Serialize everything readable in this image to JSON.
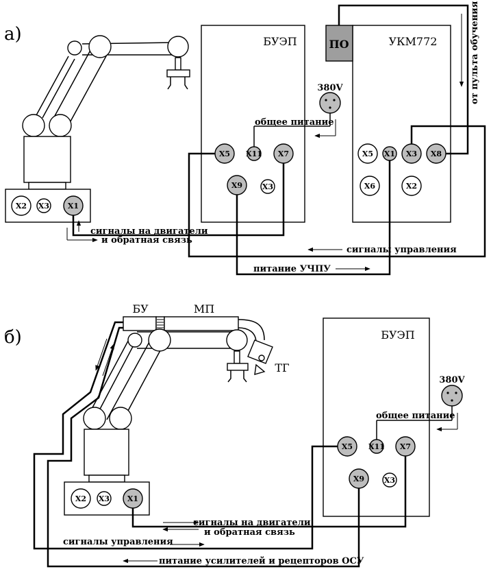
{
  "panel_a": {
    "label": "а)",
    "buep_title": "БУЭП",
    "po_label": "ПО",
    "ukm_title": "УКМ772",
    "outlet_label": "380V",
    "common_power": "общее питание",
    "from_panel": "от пульта обучения",
    "motor_signals": "сигналы на двигатели",
    "feedback": "и обратная связь",
    "control_signals": "сигналы управления",
    "uchpu_power": "питание УЧПУ",
    "robot_connectors": [
      "X2",
      "X3",
      "X1"
    ],
    "buep_connectors": [
      "X5",
      "X11",
      "X7",
      "X9",
      "X3"
    ],
    "ukm_connectors": [
      "X5",
      "X1",
      "X3",
      "X8",
      "X6",
      "X2"
    ]
  },
  "panel_b": {
    "label": "б)",
    "bu_label": "БУ",
    "mp_label": "МП",
    "tg_label": "ТГ",
    "buep_title": "БУЭП",
    "outlet_label": "380V",
    "common_power": "общее питание",
    "motor_signals": "сигналы на двигатели",
    "feedback": "и обратная связь",
    "control_signals": "сигналы управления",
    "amp_power": "питание усилителей и рецепторов ОСУ",
    "robot_connectors": [
      "X2",
      "X3",
      "X1"
    ],
    "buep_connectors": [
      "X5",
      "X11",
      "X7",
      "X9",
      "X3"
    ]
  }
}
